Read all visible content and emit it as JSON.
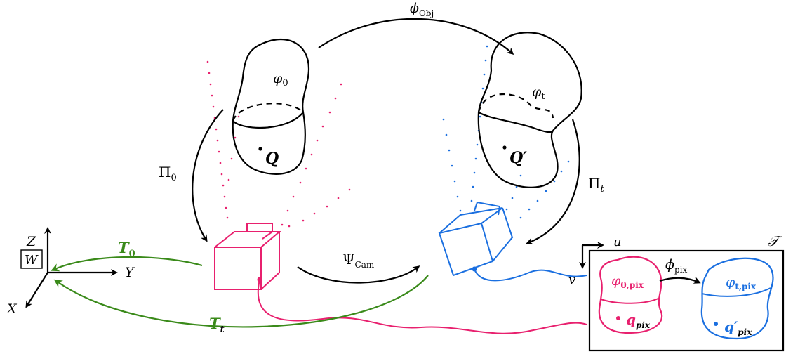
{
  "colors": {
    "black": "#000000",
    "pink": "#e8206e",
    "blue": "#1a6fe0",
    "green": "#3a8a1a"
  },
  "labels": {
    "phi_obj": {
      "main": "ϕ",
      "sub": "Obj"
    },
    "phi_0": {
      "main": "φ",
      "sub": "0"
    },
    "phi_t": {
      "main": "φ",
      "sub": "t"
    },
    "Q": "Q",
    "Q_prime": "Q′",
    "pi_0": {
      "main": "Π",
      "sub": "0"
    },
    "pi_t": {
      "main": "Π",
      "sub": "t"
    },
    "psi_cam": {
      "main": "Ψ",
      "sub": "Cam"
    },
    "T_0": {
      "main": "T",
      "sub": "0"
    },
    "T_t": {
      "main": "T",
      "sub": "t"
    },
    "axis_Z": "Z",
    "axis_Y": "Y",
    "axis_X": "X",
    "world": "W",
    "axis_u": "u",
    "axis_v": "v",
    "image_plane": "𝒯",
    "phi_0_pix": {
      "main": "φ",
      "sub": "0,pix"
    },
    "phi_t_pix": {
      "main": "φ",
      "sub": "t,pix"
    },
    "phi_pix": {
      "main": "ϕ",
      "sub": "pix"
    },
    "q_pix": {
      "main": "q",
      "sub": "pix"
    },
    "q_prime_pix": {
      "main": "q′",
      "sub": "pix"
    }
  }
}
